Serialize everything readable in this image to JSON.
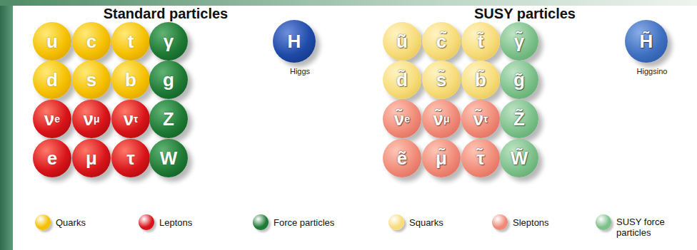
{
  "diagram": {
    "nodes": [
      {
        "text": [
          "u"
        ]
      },
      {
        "text": [
          "c"
        ]
      },
      {
        "text": [
          "t"
        ]
      },
      {
        "text": [
          "γ"
        ]
      },
      {
        "text": [
          "H",
          "Higgs"
        ]
      },
      {
        "text": [
          "d"
        ]
      },
      {
        "text": [
          "s"
        ]
      },
      {
        "text": [
          "b"
        ]
      },
      {
        "text": [
          "g"
        ]
      },
      {
        "text": [
          "νe"
        ]
      },
      {
        "text": [
          "νμ"
        ]
      },
      {
        "text": [
          "ντ"
        ]
      },
      {
        "text": [
          "Z"
        ]
      },
      {
        "text": [
          "e"
        ]
      },
      {
        "text": [
          "μ"
        ]
      },
      {
        "text": [
          "τ"
        ]
      },
      {
        "text": [
          "W"
        ]
      },
      {
        "text": [
          "ũ"
        ]
      },
      {
        "text": [
          "c̃"
        ]
      },
      {
        "text": [
          "t̃"
        ]
      },
      {
        "text": [
          "γ̃"
        ]
      },
      {
        "text": [
          "H̃",
          "Higgsino"
        ]
      },
      {
        "text": [
          "d̃"
        ]
      },
      {
        "text": [
          "s̃"
        ]
      },
      {
        "text": [
          "b̃"
        ]
      },
      {
        "text": [
          "g̃"
        ]
      },
      {
        "text": [
          "ν̃e"
        ]
      },
      {
        "text": [
          "ν̃μ"
        ]
      },
      {
        "text": [
          "ν̃τ"
        ]
      },
      {
        "text": [
          "Z̃"
        ]
      },
      {
        "text": [
          "ẽ"
        ]
      },
      {
        "text": [
          "μ̃"
        ]
      },
      {
        "text": [
          "τ̃"
        ]
      },
      {
        "text": [
          "W̃"
        ]
      }
    ],
    "labels": [
      "Standard particles",
      "SUSY particles"
    ],
    "legend": [
      {
        "text": "Quarks",
        "color": "#f5c000"
      },
      {
        "text": "Leptons",
        "color": "#d8141a"
      },
      {
        "text": "Force particles",
        "color": "#1e7a34"
      },
      {
        "text": "Squarks",
        "color": "#f7dc7a"
      },
      {
        "text": "Sleptons",
        "color": "#f08a78"
      },
      {
        "text": "SUSY force particles",
        "color": "#7cc08a"
      }
    ]
  }
}
